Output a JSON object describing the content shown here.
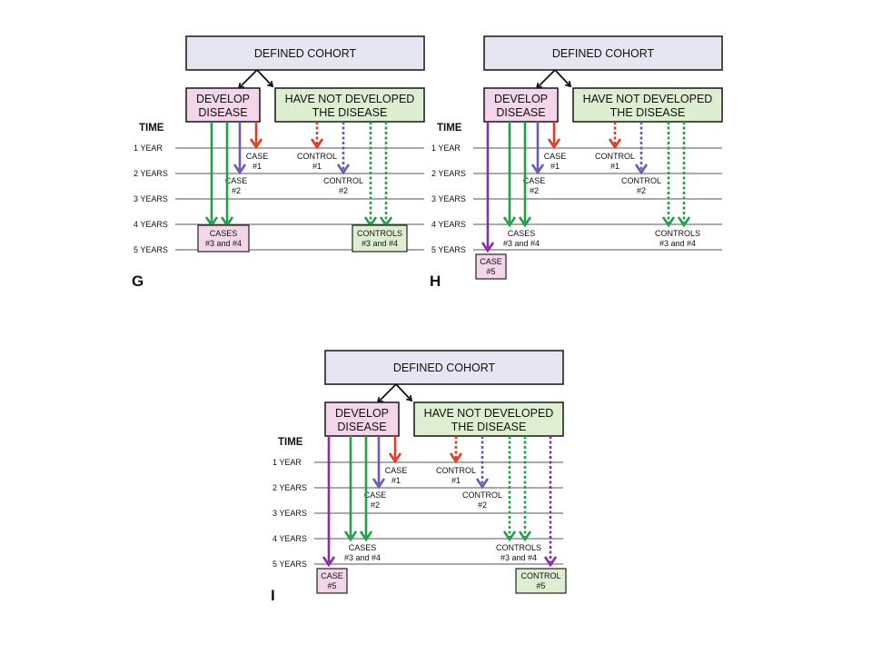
{
  "colors": {
    "cohort_fill": "#e6e6f2",
    "develop_fill": "#f4d6ea",
    "not_develop_fill": "#ddefd0",
    "red": "#e23b24",
    "blue": "#6a5bb5",
    "green": "#22a04b",
    "purple": "#8a2fa1",
    "line": "#555555"
  },
  "labels": {
    "cohort": "DEFINED COHORT",
    "develop": [
      "DEVELOP",
      "DISEASE"
    ],
    "not_develop": [
      "HAVE NOT DEVELOPED",
      "THE DISEASE"
    ],
    "time": "TIME",
    "years": [
      "1 YEAR",
      "2 YEARS",
      "3 YEARS",
      "4 YEARS",
      "5 YEARS"
    ],
    "case1": [
      "CASE",
      "#1"
    ],
    "case2": [
      "CASE",
      "#2"
    ],
    "control1": [
      "CONTROL",
      "#1"
    ],
    "control2": [
      "CONTROL",
      "#2"
    ],
    "cases34": [
      "CASES",
      "#3 and #4"
    ],
    "controls34": [
      "CONTROLS",
      "#3 and #4"
    ],
    "case5": [
      "CASE",
      "#5"
    ],
    "control5": [
      "CONTROL",
      "#5"
    ]
  },
  "panels": [
    {
      "letter": "G",
      "has_case5": false,
      "has_control5": false,
      "cases34_boxed": true,
      "controls34_boxed": true
    },
    {
      "letter": "H",
      "has_case5": true,
      "has_control5": false,
      "cases34_boxed": false,
      "controls34_boxed": false
    },
    {
      "letter": "I",
      "has_case5": true,
      "has_control5": true,
      "cases34_boxed": false,
      "controls34_boxed": false
    }
  ]
}
